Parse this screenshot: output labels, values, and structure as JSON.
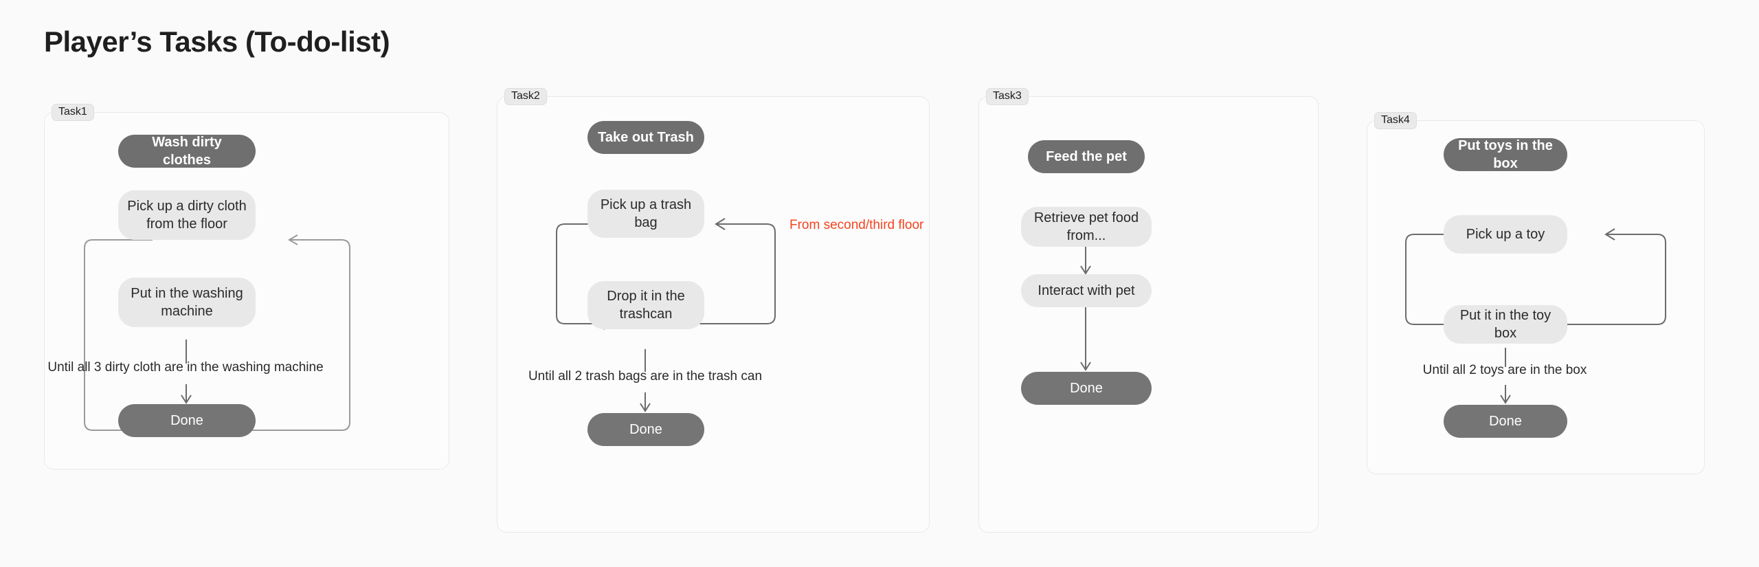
{
  "page": {
    "title": "Player’s Tasks (To-do-list)",
    "background_color": "#fafafa"
  },
  "colors": {
    "header_node": "#6f6f6f",
    "step_node": "#e8e8e8",
    "done_node": "#757575",
    "note_red": "#f4441f",
    "edge": "#6b6b6b",
    "card_border": "#e9e9e9",
    "badge_bg": "#eaeaea"
  },
  "tasks": [
    {
      "badge": "Task1",
      "header": "Wash dirty clothes",
      "steps": [
        "Pick up a dirty cloth from the floor",
        "Put in the washing machine"
      ],
      "until": "Until all 3 dirty cloth are in the washing machine",
      "done": "Done",
      "note": ""
    },
    {
      "badge": "Task2",
      "header": "Take out Trash",
      "steps": [
        "Pick up a trash bag",
        "Drop it in the trashcan"
      ],
      "until": "Until all 2 trash bags are in the trash can",
      "done": "Done",
      "note": "From second/third floor"
    },
    {
      "badge": "Task3",
      "header": "Feed the pet",
      "steps": [
        "Retrieve pet food from...",
        "Interact with pet"
      ],
      "until": "",
      "done": "Done",
      "note": ""
    },
    {
      "badge": "Task4",
      "header": "Put toys in the box",
      "steps": [
        "Pick up a toy",
        "Put it in the toy box"
      ],
      "until": "Until all 2 toys are in the box",
      "done": "Done",
      "note": ""
    }
  ]
}
